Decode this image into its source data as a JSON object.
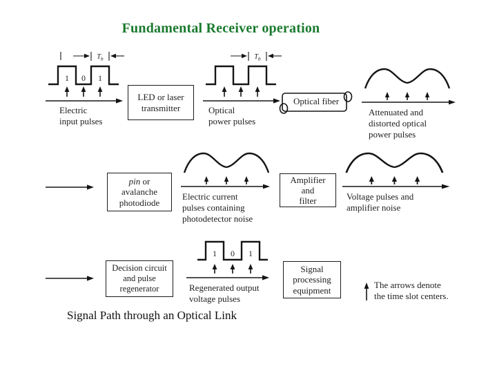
{
  "slide": {
    "title": "Fundamental Receiver operation",
    "caption": "Signal Path through an Optical Link"
  },
  "colors": {
    "title_green": "#1a7a2e",
    "ink": "#1e1e1e",
    "background": "#ffffff"
  },
  "waveforms": {
    "tb": {
      "symbol": "T",
      "subscript": "b"
    },
    "digits": [
      "1",
      "0",
      "1"
    ]
  },
  "row1": {
    "electric_label": [
      "Electric",
      "input pulses"
    ],
    "led_box": [
      "LED or laser",
      "transmitter"
    ],
    "optical_label": [
      "Optical",
      "power pulses"
    ],
    "fiber_label": "Optical fiber",
    "attenuated_label": [
      "Attenuated and",
      "distorted optical",
      "power pulses"
    ]
  },
  "row2": {
    "photodiode_box": {
      "italic_word": "pin",
      "line1_rest": " or",
      "line2": "avalanche",
      "line3": "photodiode"
    },
    "current_label": [
      "Electric current",
      "pulses containing",
      "photodetector noise"
    ],
    "amplifier_box": [
      "Amplifier",
      "and",
      "filter"
    ],
    "voltage_label": [
      "Voltage pulses and",
      "amplifier noise"
    ]
  },
  "row3": {
    "decision_box": [
      "Decision circuit",
      "and pulse",
      "regenerator"
    ],
    "regenerated_label": [
      "Regenerated output",
      "voltage pulses"
    ],
    "signal_box": [
      "Signal",
      "processing",
      "equipment"
    ],
    "note": [
      "The arrows denote",
      "the time slot centers."
    ]
  }
}
